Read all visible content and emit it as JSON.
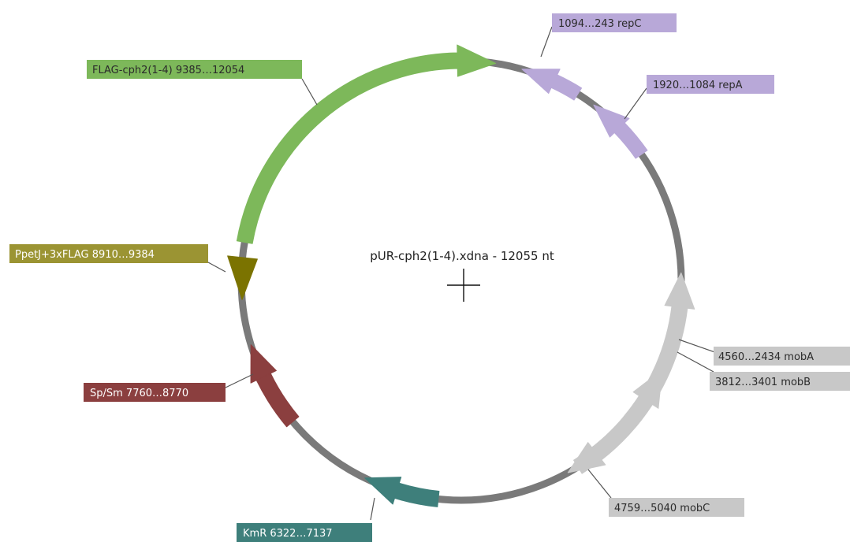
{
  "title": "pUR-cph2(1-4).xdna - 12055 nt",
  "colors": {
    "backbone": "#7a7a7a",
    "label_text_dark": "#2b2b2b",
    "label_text_light": "#ffffff"
  },
  "features": [
    {
      "id": "flag-cph2",
      "label": "FLAG-cph2(1-4)  9385…12054",
      "color": "#7db85a",
      "direction": "forward"
    },
    {
      "id": "repC",
      "label": "1094…243  repC",
      "color": "#b8a8d8",
      "direction": "reverse"
    },
    {
      "id": "repA",
      "label": "1920…1084  repA",
      "color": "#b8a8d8",
      "direction": "reverse"
    },
    {
      "id": "mobA",
      "label": "4560…2434  mobA",
      "color": "#c8c8c8",
      "direction": "reverse"
    },
    {
      "id": "mobB",
      "label": "3812…3401  mobB",
      "color": "#c8c8c8",
      "direction": "reverse"
    },
    {
      "id": "mobC",
      "label": "4759…5040  mobC",
      "color": "#c8c8c8",
      "direction": "forward"
    },
    {
      "id": "kmR",
      "label": "KmR  6322…7137",
      "color": "#3e7f7b",
      "direction": "reverse"
    },
    {
      "id": "spsm",
      "label": "Sp/Sm  7760…8770",
      "color": "#8b3f3f",
      "direction": "reverse"
    },
    {
      "id": "ppetj",
      "label": "PpetJ+3xFLAG  8910…9384",
      "color": "#7b7300",
      "direction": "forward"
    }
  ]
}
